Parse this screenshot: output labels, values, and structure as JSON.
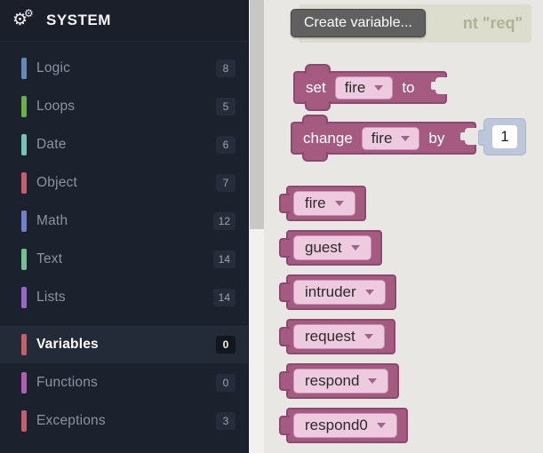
{
  "sidebar": {
    "header": {
      "title": "SYSTEM",
      "icon": "gears-icon"
    },
    "items": [
      {
        "label": "Logic",
        "count": "8",
        "color": "#6289b8",
        "selected": false
      },
      {
        "label": "Loops",
        "count": "5",
        "color": "#6ab04c",
        "selected": false
      },
      {
        "label": "Date",
        "count": "6",
        "color": "#72c5b4",
        "selected": false
      },
      {
        "label": "Object",
        "count": "7",
        "color": "#c4606c",
        "selected": false
      },
      {
        "label": "Math",
        "count": "12",
        "color": "#7280c8",
        "selected": false
      },
      {
        "label": "Text",
        "count": "14",
        "color": "#75c193",
        "selected": false
      },
      {
        "label": "Lists",
        "count": "14",
        "color": "#9768c9",
        "selected": false
      },
      {
        "label": "Variables",
        "count": "0",
        "color": "#c4606c",
        "selected": true
      },
      {
        "label": "Functions",
        "count": "0",
        "color": "#b061ae",
        "selected": false
      },
      {
        "label": "Exceptions",
        "count": "3",
        "color": "#c4606c",
        "selected": false
      }
    ]
  },
  "flyout": {
    "create_button": "Create variable...",
    "ghost_text": "nt \"req\"",
    "set_block": {
      "label_start": "set",
      "variable": "fire",
      "label_end": "to"
    },
    "change_block": {
      "label_start": "change",
      "variable": "fire",
      "label_end": "by",
      "value": "1"
    },
    "variables": [
      "fire",
      "guest",
      "intruder",
      "request",
      "respond",
      "respond0"
    ]
  },
  "colors": {
    "sidebar_bg": "#1c222d",
    "block_purple": "#a55b80",
    "block_border": "#8a4a6e",
    "field_pink": "#eecade",
    "shadow_block": "#bdc7da",
    "flyout_bg": "#e8e7e4"
  }
}
